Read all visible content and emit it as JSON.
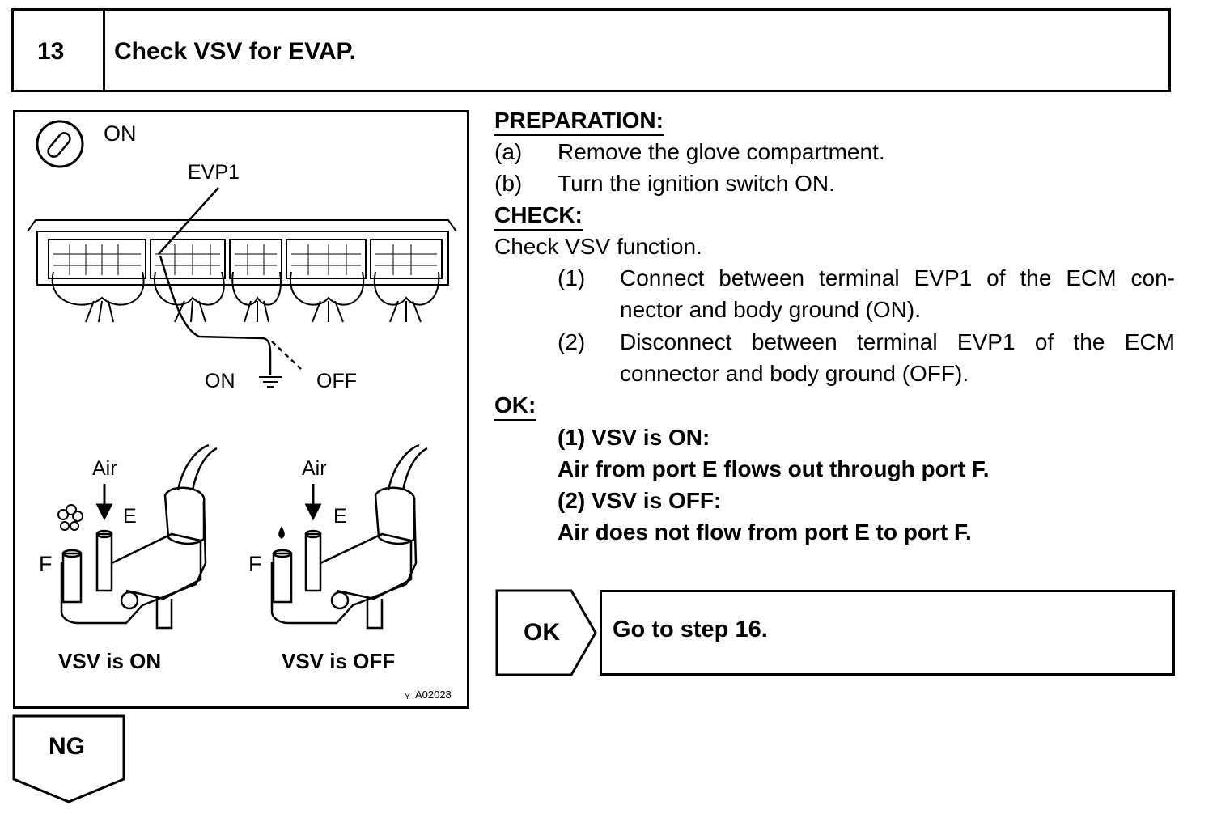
{
  "step": {
    "number": "13",
    "title": "Check VSV for EVAP."
  },
  "figure": {
    "ignition_label": "ON",
    "terminal_label": "EVP1",
    "ground_on_label": "ON",
    "ground_off_label": "OFF",
    "left_valve": {
      "air_label": "Air",
      "port_e": "E",
      "port_f": "F",
      "caption": "VSV is ON"
    },
    "right_valve": {
      "air_label": "Air",
      "port_e": "E",
      "port_f": "F",
      "caption": "VSV is OFF"
    },
    "figure_id_prefix": "Y",
    "figure_id": "A02028"
  },
  "preparation": {
    "heading": "PREPARATION:",
    "items": [
      {
        "marker": "(a)",
        "text": "Remove the glove compartment."
      },
      {
        "marker": "(b)",
        "text": "Turn the ignition switch ON."
      }
    ]
  },
  "check": {
    "heading": "CHECK:",
    "intro": "Check VSV function.",
    "items": [
      {
        "marker": "(1)",
        "line1": "Connect between terminal EVP1 of the ECM con-",
        "line2": "nector and body ground (ON)."
      },
      {
        "marker": "(2)",
        "line1": "Disconnect between terminal EVP1 of the ECM",
        "line2": "connector and body ground (OFF)."
      }
    ]
  },
  "ok": {
    "heading": "OK:",
    "lines": [
      "(1)  VSV is ON:",
      "Air from port E flows out through port F.",
      "(2)  VSV is OFF:",
      "Air does not flow from port E to port F."
    ]
  },
  "ok_result": {
    "label": "OK",
    "action": "Go to step 16."
  },
  "ng_result": {
    "label": "NG"
  }
}
